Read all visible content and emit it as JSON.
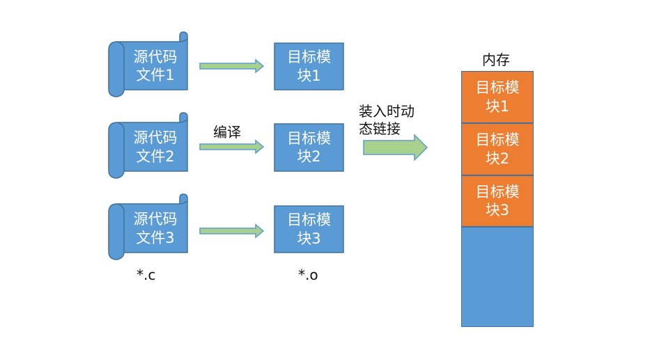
{
  "colors": {
    "blue": "#5b9bd5",
    "blue_border": "#41719c",
    "orange": "#ed7d31",
    "arrow_fill": "#a9d18e",
    "arrow_stroke": "#5b9bd5"
  },
  "sources": [
    {
      "line1": "源代码",
      "line2": "文件1"
    },
    {
      "line1": "源代码",
      "line2": "文件2"
    },
    {
      "line1": "源代码",
      "line2": "文件3"
    }
  ],
  "modules": [
    {
      "line1": "目标模",
      "line2": "块1"
    },
    {
      "line1": "目标模",
      "line2": "块2"
    },
    {
      "line1": "目标模",
      "line2": "块3"
    }
  ],
  "compile_label": "编译",
  "source_ext": "*.c",
  "object_ext": "*.o",
  "link_label": {
    "line1": "装入时动",
    "line2": "态链接"
  },
  "memory": {
    "title": "内存",
    "blocks": [
      {
        "line1": "目标模",
        "line2": "块1"
      },
      {
        "line1": "目标模",
        "line2": "块2"
      },
      {
        "line1": "目标模",
        "line2": "块3"
      }
    ]
  }
}
